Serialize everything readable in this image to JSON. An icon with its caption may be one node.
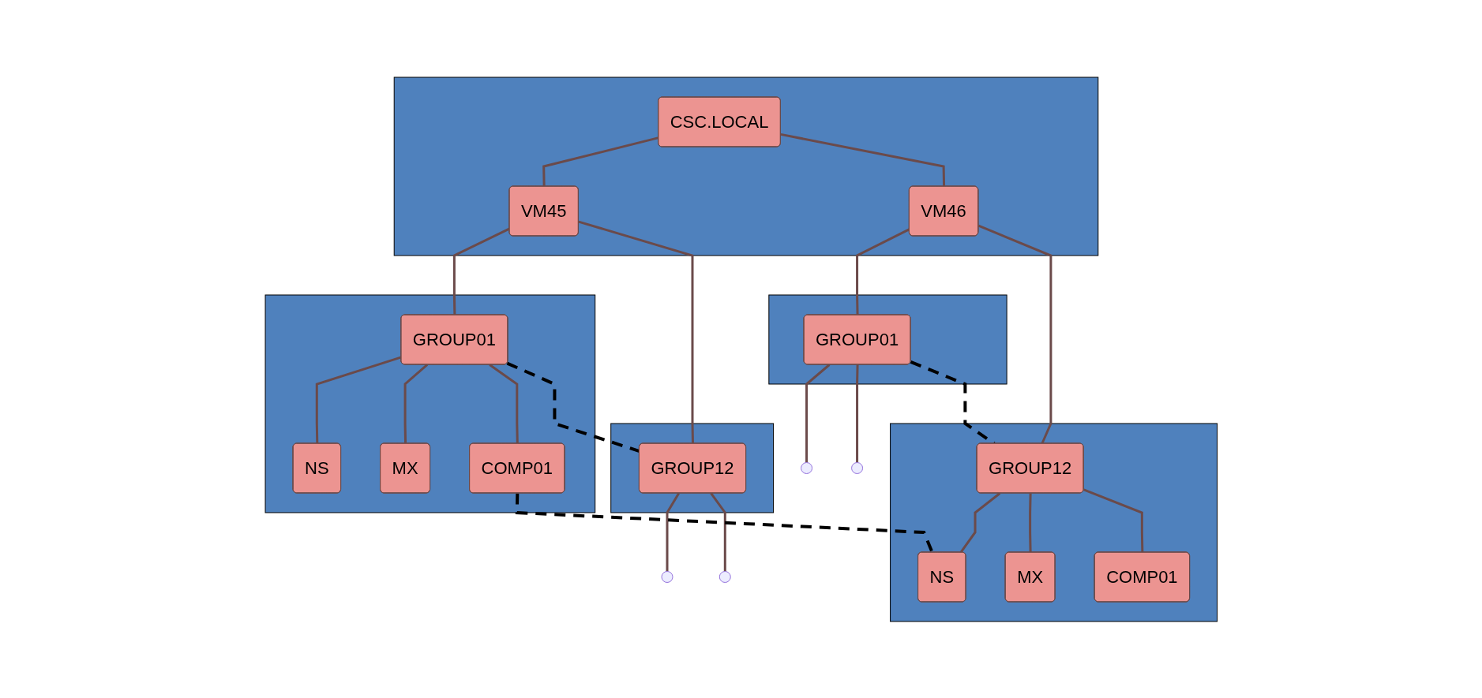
{
  "diagram": {
    "nodes": [
      {
        "text": [],
        "shape": "box"
      },
      {
        "text": [
          "CSC.LOCAL"
        ],
        "in": 0
      },
      {
        "text": [
          "VM45"
        ],
        "in": 0
      },
      {
        "text": [
          "VM46"
        ],
        "in": 0
      },
      {
        "text": [],
        "shape": "box"
      },
      {
        "text": [
          "GROUP01"
        ],
        "in": 4
      },
      {
        "text": [
          "NS"
        ],
        "in": 4
      },
      {
        "text": [
          "MX"
        ],
        "in": 4
      },
      {
        "text": [
          "COMP01"
        ],
        "in": 4
      },
      {
        "text": [],
        "shape": "box"
      },
      {
        "text": [
          "GROUP12"
        ],
        "in": 9
      },
      {
        "text": [],
        "shape": "box"
      },
      {
        "text": [
          "GROUP01"
        ],
        "in": 11
      },
      {
        "text": [],
        "shape": "box"
      },
      {
        "text": [
          "GROUP12"
        ],
        "in": 13
      },
      {
        "text": [
          "NS"
        ],
        "in": 13
      },
      {
        "text": [
          "MX"
        ],
        "in": 13
      },
      {
        "text": [
          "COMP01"
        ],
        "in": 13
      }
    ],
    "edges": [
      {
        "from": 1,
        "to": 2,
        "arrow": "none"
      },
      {
        "from": 1,
        "to": 3,
        "arrow": "none"
      },
      {
        "from": 2,
        "to": 5,
        "arrow": "none"
      },
      {
        "from": 2,
        "to": 10,
        "arrow": "none"
      },
      {
        "from": 3,
        "to": 12,
        "arrow": "none"
      },
      {
        "from": 3,
        "to": 14,
        "arrow": "none"
      },
      {
        "from": 5,
        "to": 6,
        "arrow": "none"
      },
      {
        "from": 5,
        "to": 7,
        "arrow": "none"
      },
      {
        "from": 5,
        "to": 8,
        "arrow": "none"
      },
      {
        "from": 5,
        "to": 10,
        "arrow": "none",
        "style": "dashed",
        "color": "#000000"
      },
      {
        "from": 10,
        "to": null,
        "arrow": "none"
      },
      {
        "from": 10,
        "to": null,
        "arrow": "none"
      },
      {
        "from": 12,
        "to": null,
        "arrow": "none"
      },
      {
        "from": 12,
        "to": null,
        "arrow": "none"
      },
      {
        "from": 12,
        "to": 14,
        "arrow": "none",
        "style": "dashed",
        "color": "#000000"
      },
      {
        "from": 14,
        "to": 15,
        "arrow": "none"
      },
      {
        "from": 14,
        "to": 16,
        "arrow": "none"
      },
      {
        "from": 14,
        "to": 17,
        "arrow": "none"
      },
      {
        "from": 8,
        "to": 15,
        "arrow": "none",
        "style": "dashed",
        "color": "#000000"
      }
    ]
  }
}
